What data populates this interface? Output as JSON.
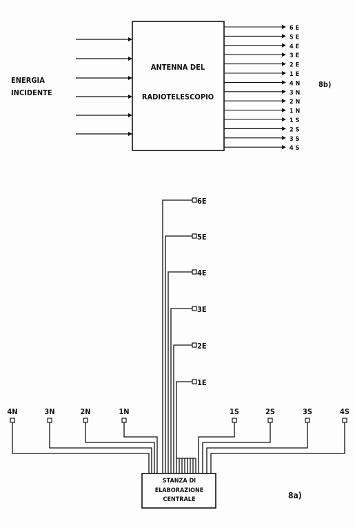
{
  "diagram_b": {
    "input_label_line1": "ENERGIA",
    "input_label_line2": "INCIDENTE",
    "box_line1": "ANTENNA DEL",
    "box_line2": "RADIOTELESCOPIO",
    "figure_label": "8b)",
    "outputs": [
      "6 E",
      "5 E",
      "4 E",
      "3 E",
      "2 E",
      "1 E",
      "4 N",
      "3 N",
      "2 N",
      "1 N",
      "1 S",
      "2 S",
      "3 S",
      "4 S"
    ]
  },
  "diagram_a": {
    "figure_label": "8a)",
    "center_line1": "STANZA  DI",
    "center_line2": "ELABORAZIONE",
    "center_line3": "CENTRALE",
    "east_nodes": [
      "6E",
      "5E",
      "4E",
      "3E",
      "2E",
      "1E"
    ],
    "west_nodes": [
      "4N",
      "3N",
      "2N",
      "1N"
    ],
    "south_nodes": [
      "1S",
      "2S",
      "3S",
      "4S"
    ]
  },
  "colors": {
    "ink": "#111111",
    "paper": "#fdfdfd"
  }
}
